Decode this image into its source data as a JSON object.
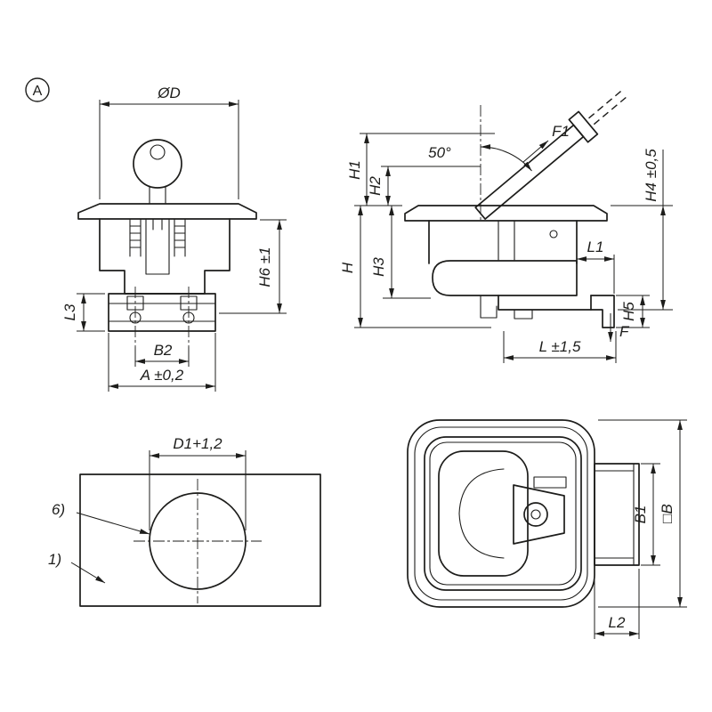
{
  "drawing": {
    "view_label": "A",
    "front": {
      "od": "ØD",
      "h6": "H6 ±1",
      "l3": "L3",
      "b2": "B2",
      "a": "A ±0,2"
    },
    "side": {
      "angle": "50°",
      "f1": "F1",
      "h1": "H1",
      "h2": "H2",
      "h": "H",
      "h3": "H3",
      "h4": "H4 ±0,5",
      "l1": "L1",
      "h5": "H5",
      "f": "F",
      "l": "L ±1,5"
    },
    "cutout": {
      "d1": "D1+1,2",
      "note6": "6)",
      "note1": "1)"
    },
    "top": {
      "b1": "B1",
      "b": "□B",
      "l2": "L2"
    }
  },
  "colors": {
    "line": "#1d1d1b",
    "background": "#ffffff"
  }
}
